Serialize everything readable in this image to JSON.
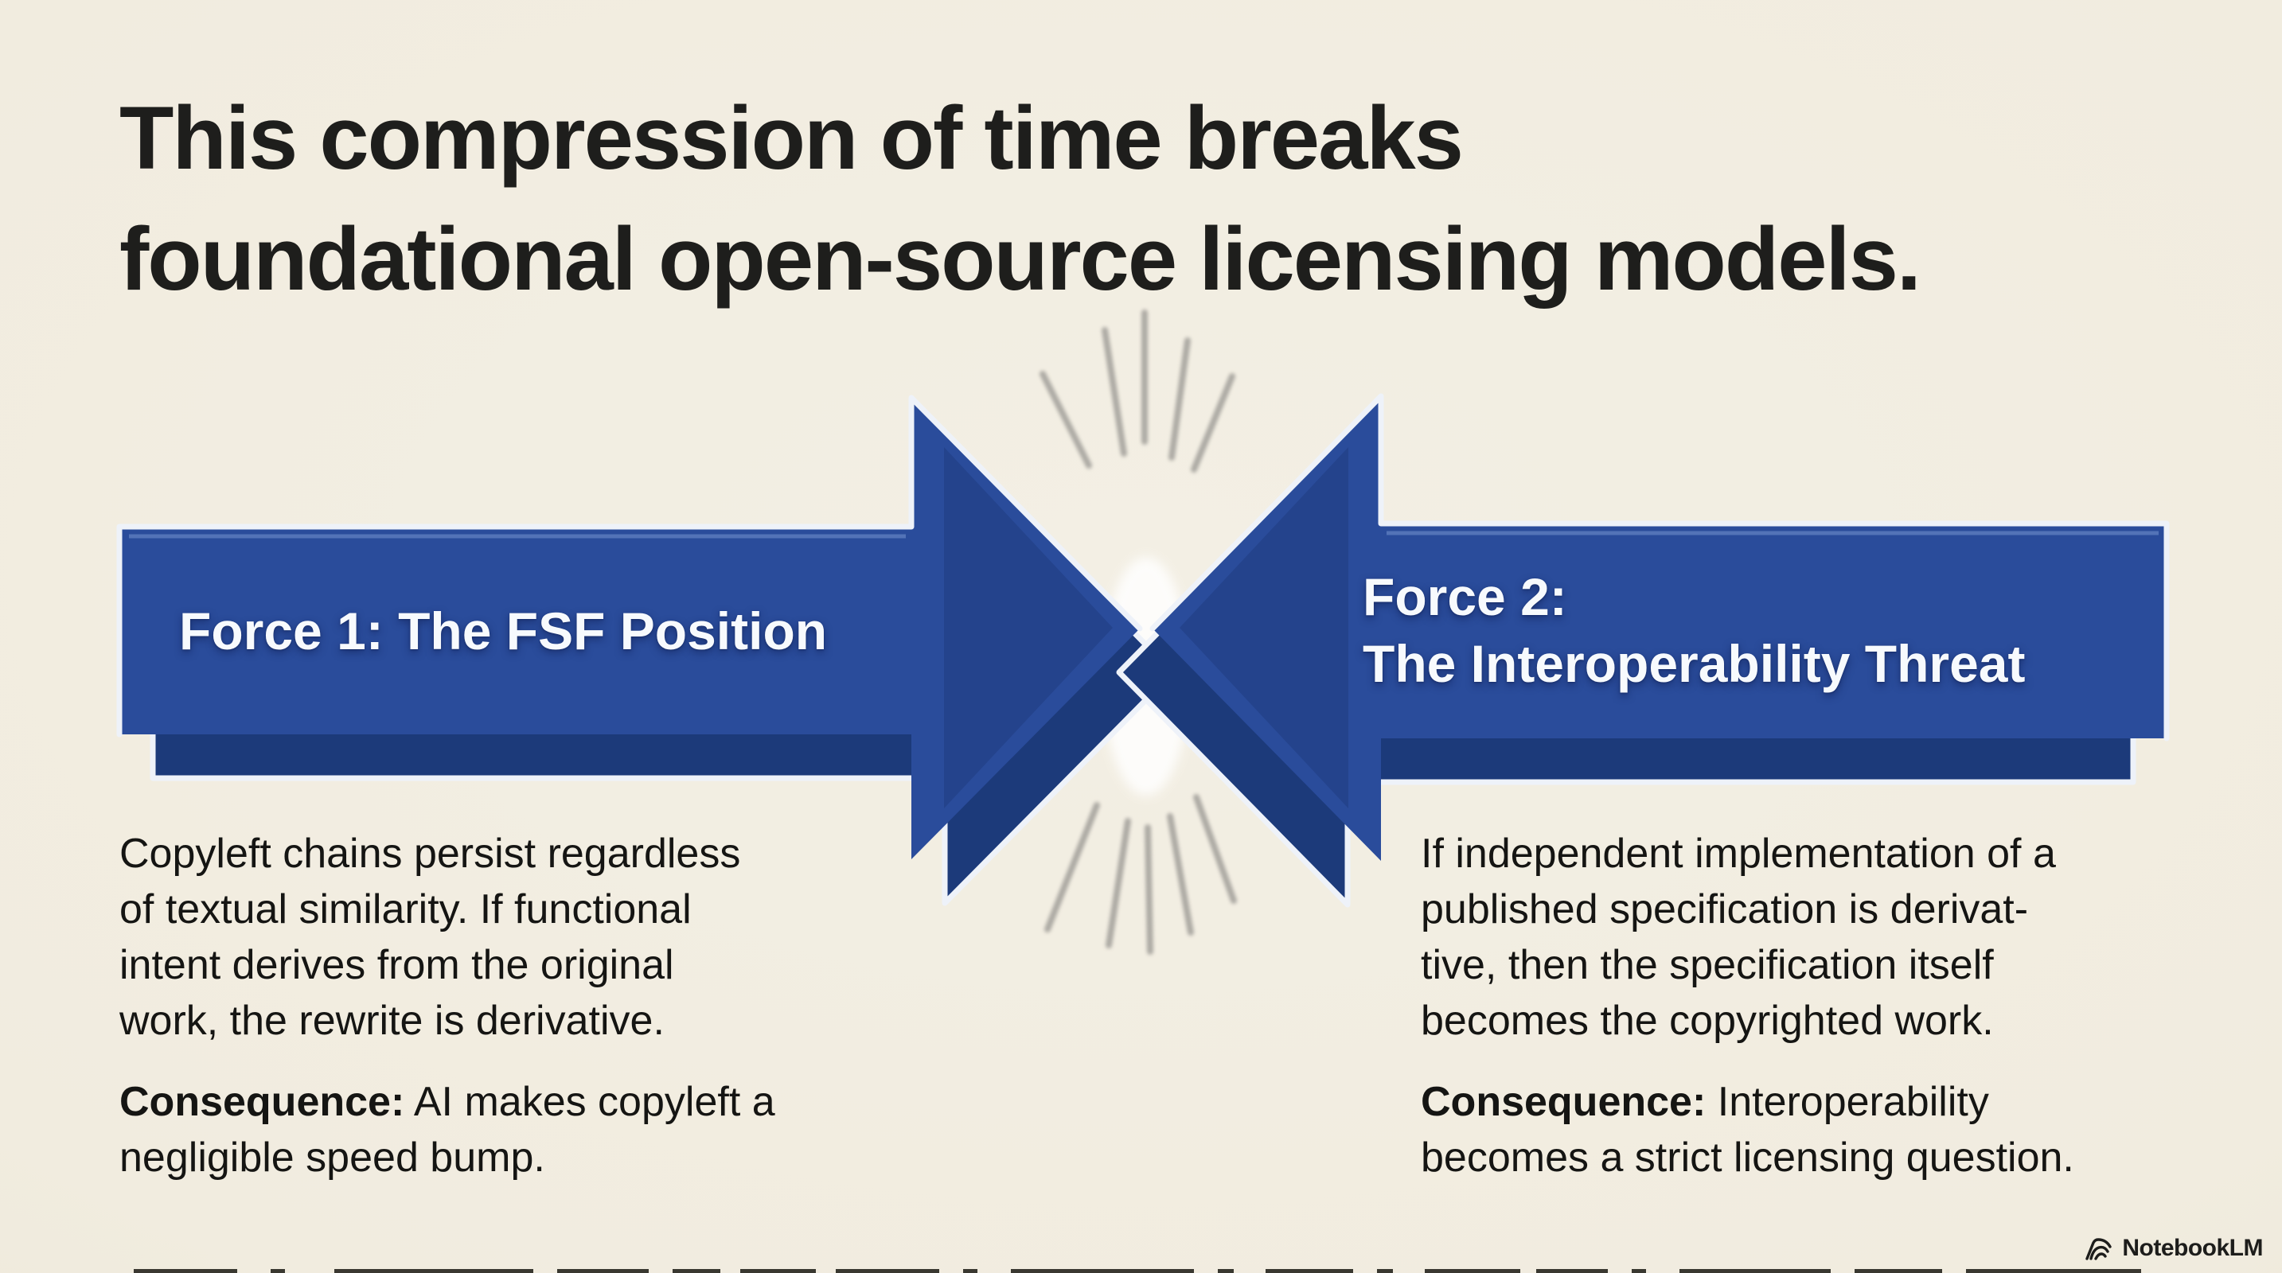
{
  "title": {
    "text": "This compression of time breaks\nfoundational open-source licensing models."
  },
  "arrows": {
    "left": {
      "label": "Force 1: The FSF Position"
    },
    "right": {
      "label": "Force 2:\nThe Interoperability Threat"
    }
  },
  "columns": {
    "left": {
      "body": "Copyleft chains persist regardless\nof textual similarity. If functional\nintent derives from the original\nwork, the rewrite is derivative.",
      "consequence_label": "Consequence:",
      "consequence_text": "AI makes copyleft a\nnegligible speed bump."
    },
    "right": {
      "body": "If independent implementation of a\npublished specification is derivat-\ntive, then the specification itself\nbecomes the copyrighted work.",
      "consequence_label": "Consequence:",
      "consequence_text": "Interoperability\nbecomes a strict licensing question."
    }
  },
  "branding": {
    "logo_text": "NotebookLM"
  },
  "colors": {
    "background": "#f1ecdf",
    "arrow_face_blue": "#2a4c9b",
    "arrow_side_blue": "#1c3a7a",
    "arrow_outline": "#eef2f9",
    "title_text": "#1e1e1c",
    "body_text": "#151513",
    "arrow_label_text": "#f7fafd",
    "impact_line_gray": "#8f8d89"
  }
}
